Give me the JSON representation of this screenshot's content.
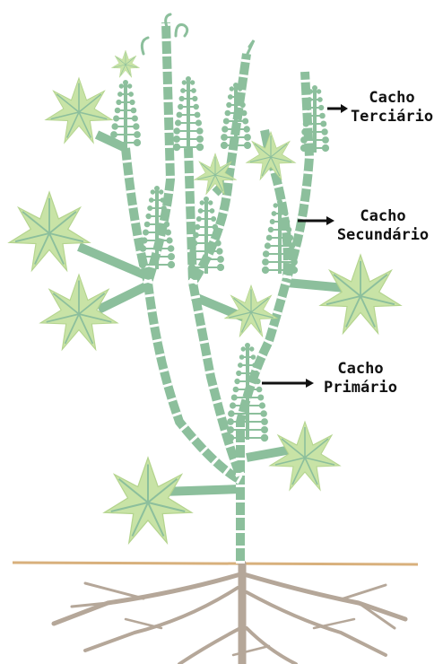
{
  "colors": {
    "stem": "#8cbf9c",
    "stem_dash": "#ffffff",
    "leaf_fill": "#c8e3a6",
    "leaf_vein": "#8cbf9c",
    "raceme": "#8cbf9c",
    "soil_line": "#d8b07c",
    "root": "#b5a799",
    "arrow": "#111111"
  },
  "labels": {
    "tertiary": {
      "line1": "Cacho",
      "line2": "Terciário"
    },
    "secondary": {
      "line1": "Cacho",
      "line2": "Secundário"
    },
    "primary": {
      "line1": "Cacho",
      "line2": "Primário"
    }
  }
}
